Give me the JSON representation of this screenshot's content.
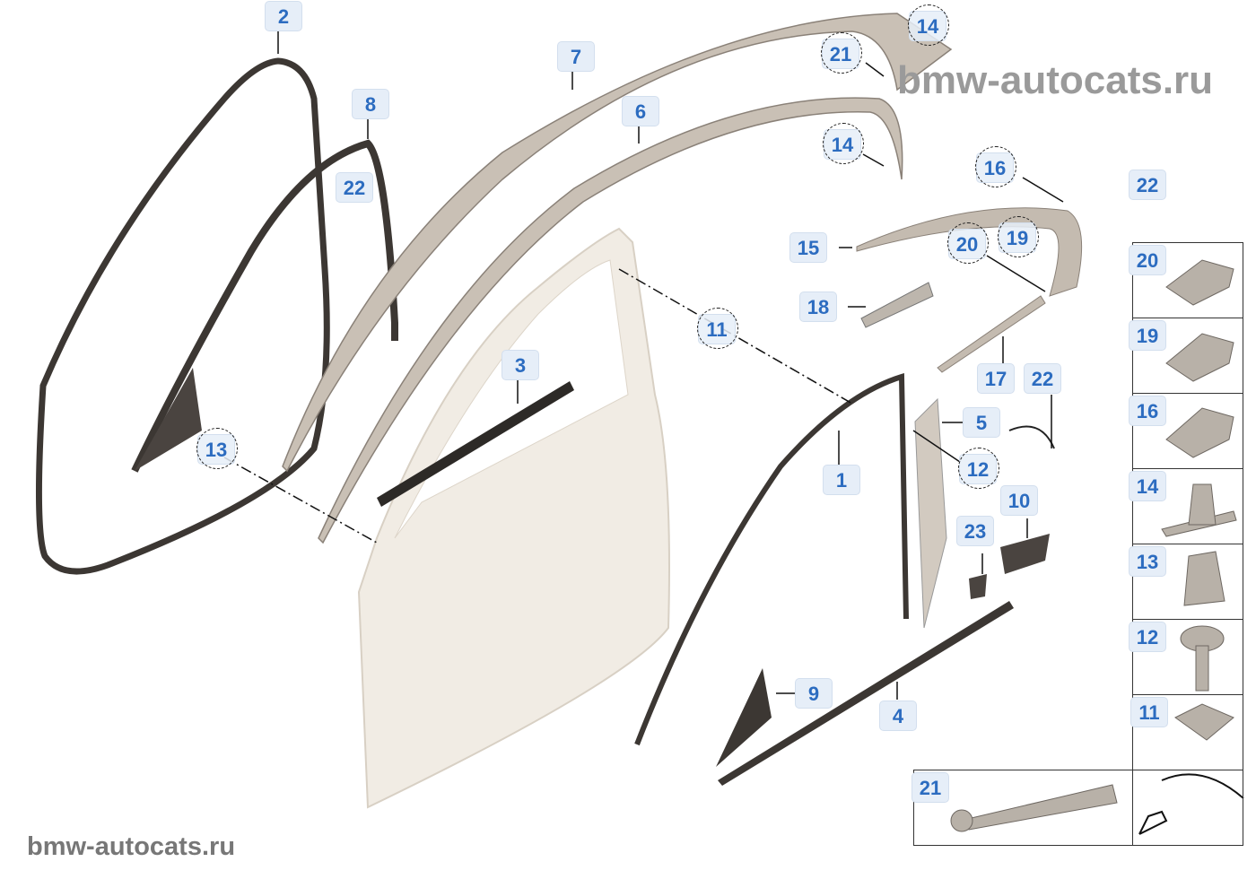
{
  "watermark": {
    "top": "bmw-autocats.ru",
    "bottom": "bmw-autocats.ru"
  },
  "callouts": [
    "2",
    "8",
    "22",
    "7",
    "6",
    "21",
    "14",
    "14",
    "16",
    "22",
    "15",
    "20",
    "19",
    "18",
    "11",
    "3",
    "17",
    "22",
    "5",
    "1",
    "12",
    "10",
    "23",
    "13",
    "9",
    "4"
  ],
  "legend": [
    "20",
    "19",
    "16",
    "14",
    "13",
    "12",
    "11",
    "21"
  ],
  "colors": {
    "label_text": "#2c6cc0",
    "label_bg": "#e6eef8",
    "seal": "#4a4440",
    "panel": "#f1ece4"
  }
}
